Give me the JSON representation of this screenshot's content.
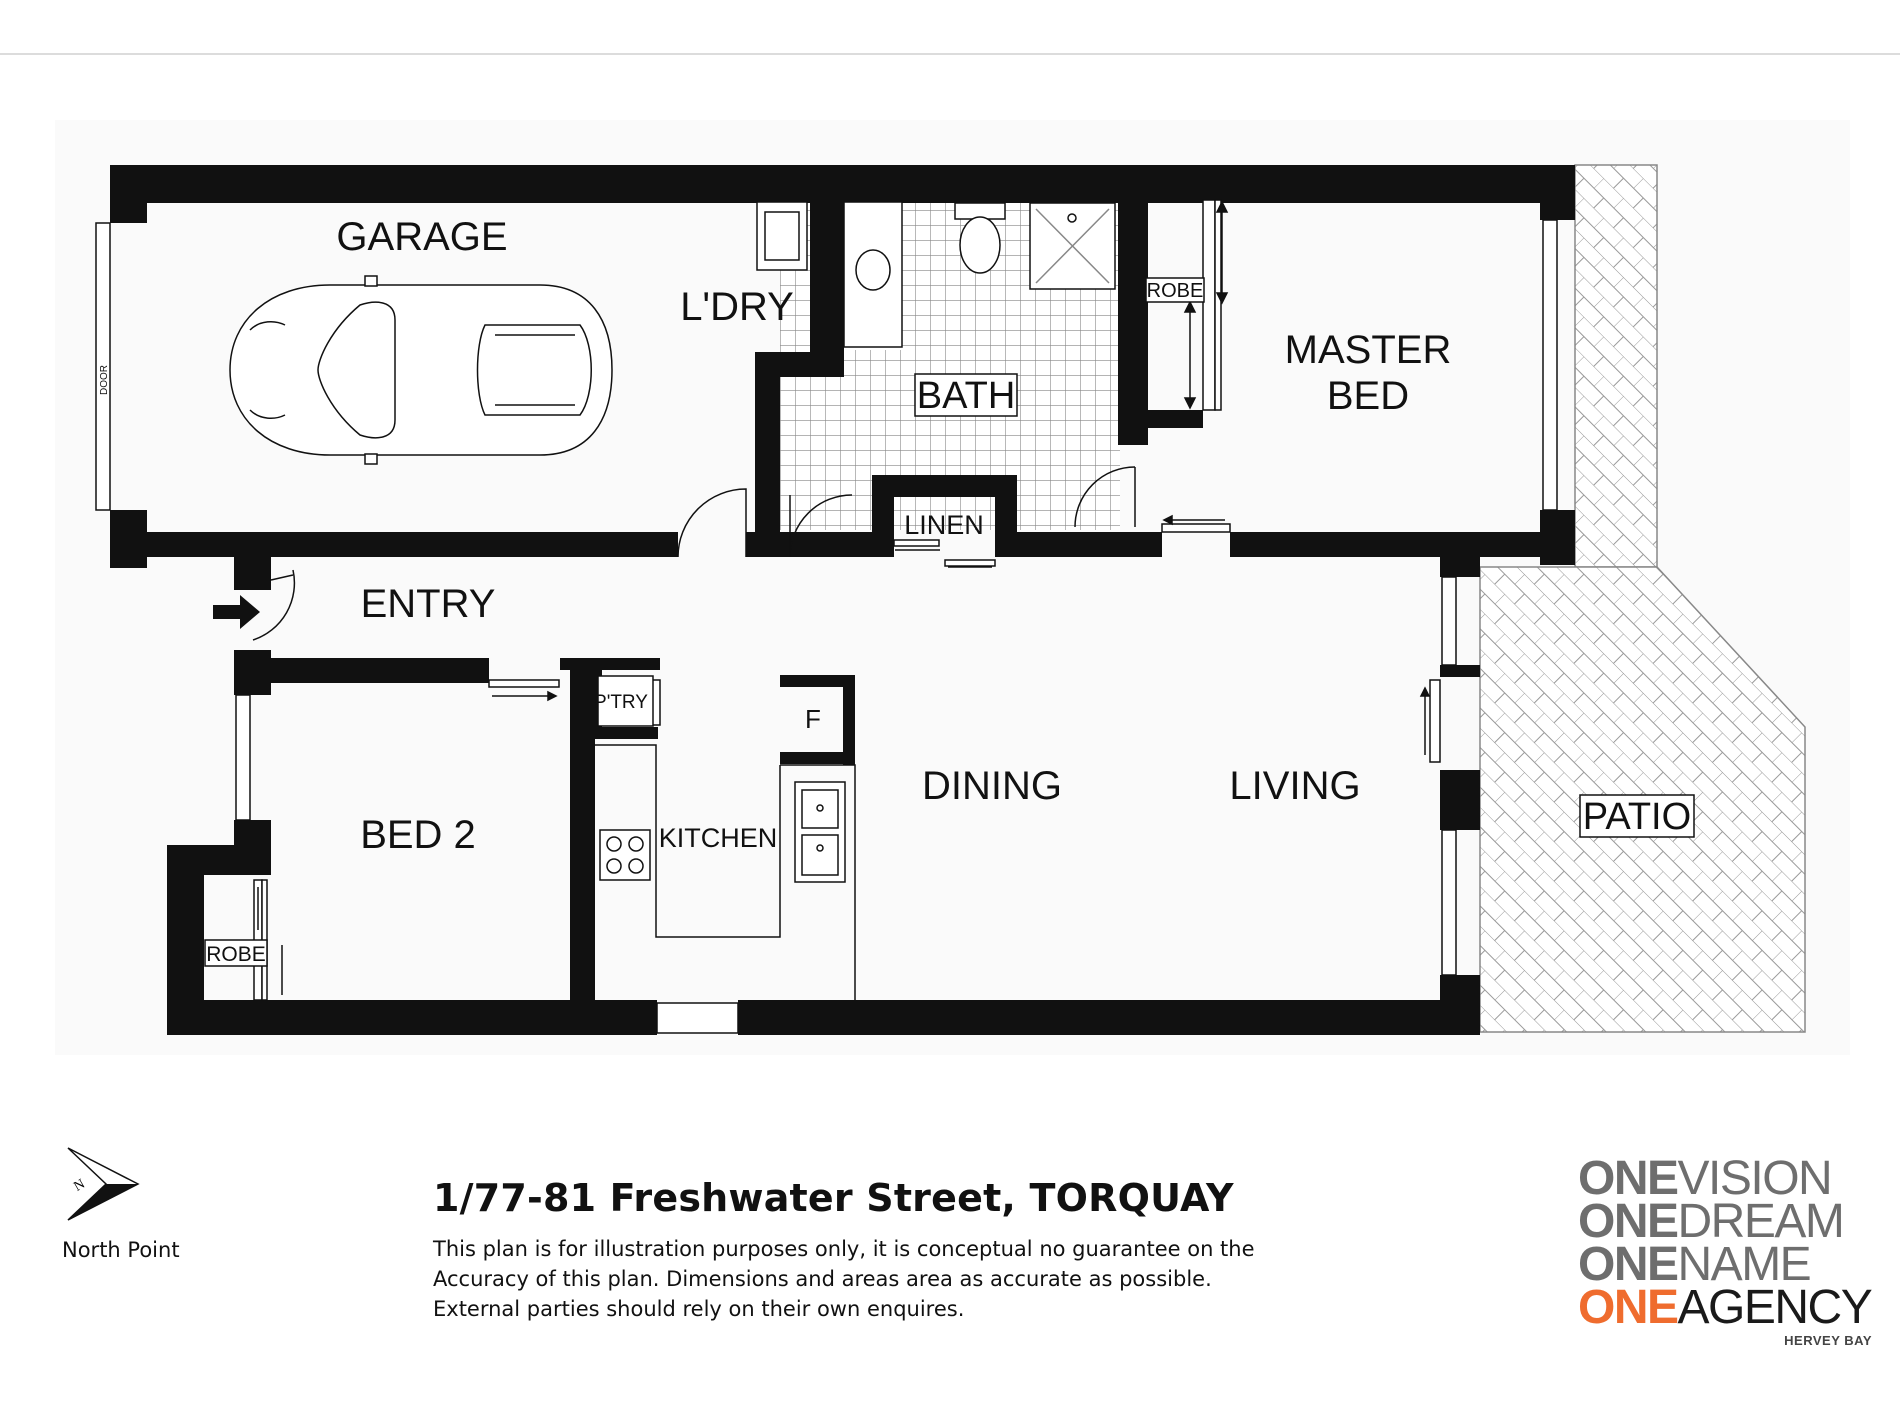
{
  "rooms": {
    "garage": "GARAGE",
    "laundry": "L'DRY",
    "bath": "BATH",
    "robe_master": "ROBE",
    "master_bed_line1": "MASTER",
    "master_bed_line2": "BED",
    "linen": "LINEN",
    "entry": "ENTRY",
    "pantry": "P'TRY",
    "fridge": "F",
    "dining": "DINING",
    "living": "LIVING",
    "patio": "PATIO",
    "bed2": "BED 2",
    "kitchen": "KITCHEN",
    "robe_bed2": "ROBE",
    "door": "DOOR"
  },
  "footer": {
    "address": "1/77-81 Freshwater Street, TORQUAY",
    "disclaimer_lines": [
      "This plan is for illustration purposes only, it is conceptual no guarantee on the",
      "Accuracy of this plan. Dimensions and areas area as accurate as possible.",
      "External parties should rely on their own enquires."
    ],
    "north_label": "North Point",
    "north_letter": "N"
  },
  "logo": {
    "lines": [
      {
        "strong": "ONE",
        "light": "VISION",
        "color": "#6e6e6e"
      },
      {
        "strong": "ONE",
        "light": "DREAM",
        "color": "#6e6e6e"
      },
      {
        "strong": "ONE",
        "light": "NAME",
        "color": "#6e6e6e"
      },
      {
        "strong": "ONE",
        "light": "AGENCY",
        "color": "#ef6c2e"
      }
    ],
    "agency_dark_color": "#1a1a1a",
    "subtitle": "HERVEY BAY"
  }
}
